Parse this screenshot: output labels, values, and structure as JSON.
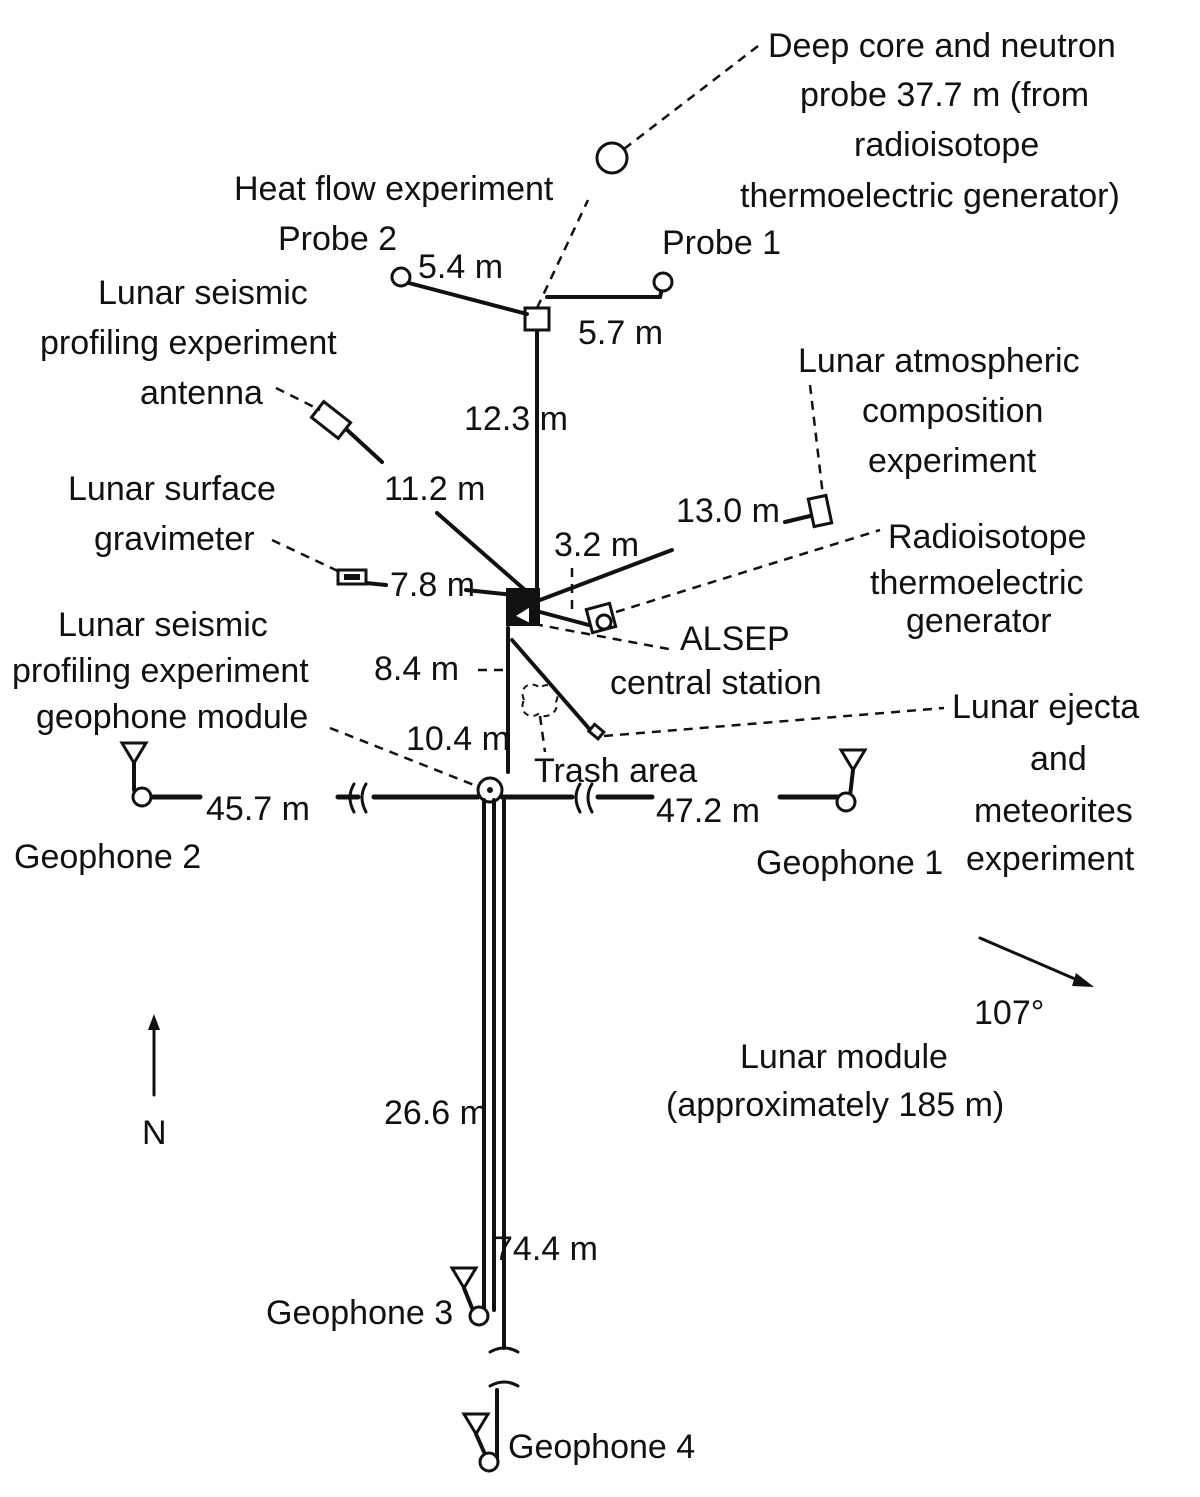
{
  "labels": {
    "deep_core_line1": "Deep core and neutron",
    "deep_core_line2": "probe 37.7 m (from",
    "deep_core_line3": "radioisotope",
    "deep_core_line4": "thermoelectric generator)",
    "heat_flow": "Heat flow experiment",
    "probe2": "Probe 2",
    "probe1": "Probe 1",
    "lspe_antenna_line1": "Lunar seismic",
    "lspe_antenna_line2": "profiling experiment",
    "lspe_antenna_line3": "antenna",
    "lace_line1": "Lunar atmospheric",
    "lace_line2": "composition",
    "lace_line3": "experiment",
    "gravimeter_line1": "Lunar surface",
    "gravimeter_line2": "gravimeter",
    "rtg_line1": "Radioisotope",
    "rtg_line2": "thermoelectric",
    "rtg_line3": "generator",
    "alsep_line1": "ALSEP",
    "alsep_line2": "central station",
    "lspe_geophone_line1": "Lunar seismic",
    "lspe_geophone_line2": "profiling experiment",
    "lspe_geophone_line3": "geophone module",
    "ejecta_line1": "Lunar ejecta",
    "ejecta_line2": "and",
    "ejecta_line3": "meteorites",
    "ejecta_line4": "experiment",
    "trash": "Trash area",
    "geophone1": "Geophone 1",
    "geophone2": "Geophone 2",
    "geophone3": "Geophone 3",
    "geophone4": "Geophone 4",
    "north": "N",
    "bearing": "107°",
    "lm_line1": "Lunar module",
    "lm_line2": "(approximately 185 m)"
  },
  "distances": {
    "probe2": "5.4 m",
    "probe1": "5.7 m",
    "heat_flow": "12.3 m",
    "antenna": "11.2 m",
    "lace": "13.0 m",
    "rtg": "3.2 m",
    "gravimeter": "7.8 m",
    "geophone_module": "8.4 m",
    "ejecta": "10.4 m",
    "geophone2": "45.7 m",
    "geophone1": "47.2 m",
    "geophone3": "26.6 m",
    "geophone4": "74.4 m"
  }
}
